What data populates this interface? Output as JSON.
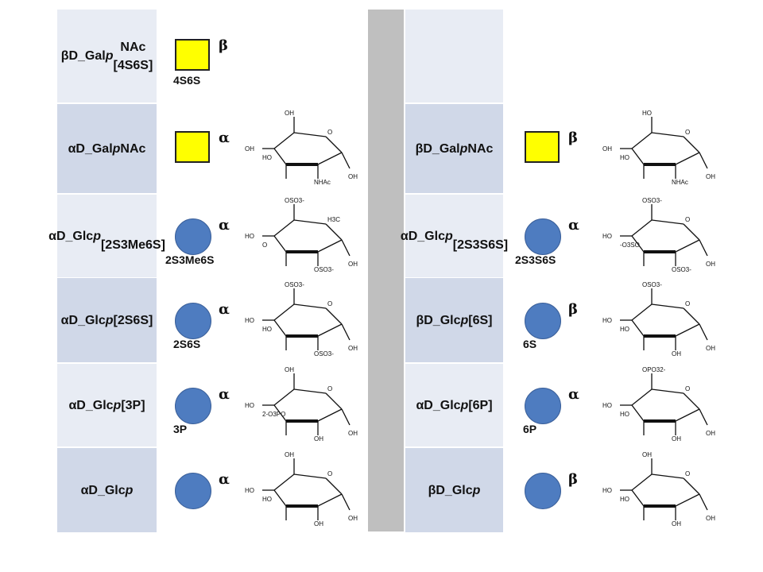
{
  "left_rows": [
    {
      "name": "bD_GalpNAc_4S6S",
      "label_lines": [
        "βD_Gal<i>p</i>NAc",
        "[4S6S]"
      ],
      "shape": "square",
      "anomer": "β",
      "substituent": "4S6S",
      "structure": null
    },
    {
      "name": "aD_GalpNAc",
      "label_lines": [
        "αD_Gal<i>p</i>NAc"
      ],
      "shape": "square",
      "anomer": "α",
      "substituent": "",
      "structure": {
        "labels": [
          "OH",
          "OH",
          "HO",
          "O",
          "NHAc",
          "OH"
        ]
      }
    },
    {
      "name": "aD_Glcp_2S3Me6S",
      "label_lines": [
        "αD_Glc<i>p</i>",
        "[2S3Me6S]"
      ],
      "shape": "circle",
      "anomer": "α",
      "substituent": "2S3Me6S",
      "structure": {
        "labels": [
          "OSO3-",
          "HO",
          "O",
          "H3C",
          "OSO3-",
          "OH"
        ]
      }
    },
    {
      "name": "aD_Glcp_2S6S",
      "label_lines": [
        "αD_Glc<i>p</i>[2S6S]"
      ],
      "shape": "circle",
      "anomer": "α",
      "substituent": "2S6S",
      "structure": {
        "labels": [
          "OSO3-",
          "HO",
          "HO",
          "O",
          "OSO3-",
          "OH"
        ]
      }
    },
    {
      "name": "aD_Glcp_3P",
      "label_lines": [
        "αD_Glc<i>p</i>[3P]"
      ],
      "shape": "circle",
      "anomer": "α",
      "substituent": "3P",
      "structure": {
        "labels": [
          "OH",
          "HO",
          "2-O3PO",
          "O",
          "OH",
          "OH"
        ]
      }
    },
    {
      "name": "aD_Glcp",
      "label_lines": [
        "αD_Glc<i>p</i>"
      ],
      "shape": "circle",
      "anomer": "α",
      "substituent": "",
      "structure": {
        "labels": [
          "OH",
          "HO",
          "HO",
          "O",
          "OH",
          "OH"
        ]
      }
    }
  ],
  "right_rows": [
    {
      "name": "empty",
      "label_lines": [],
      "shape": null,
      "anomer": "",
      "substituent": "",
      "structure": null
    },
    {
      "name": "bD_GalpNAc",
      "label_lines": [
        "βD_Gal<i>p</i>NAc"
      ],
      "shape": "square",
      "anomer": "β",
      "substituent": "",
      "structure": {
        "labels": [
          "HO",
          "OH",
          "HO",
          "O",
          "NHAc",
          "OH"
        ]
      }
    },
    {
      "name": "aD_Glcp_2S3S6S",
      "label_lines": [
        "αD_Glc<i>p</i>",
        "[2S3S6S]"
      ],
      "shape": "circle",
      "anomer": "α",
      "substituent": "2S3S6S",
      "structure": {
        "labels": [
          "OSO3-",
          "HO",
          "-O3SO",
          "O",
          "OSO3-",
          "OH"
        ]
      }
    },
    {
      "name": "bD_Glcp_6S",
      "label_lines": [
        "βD_Glc<i>p</i>[6S]"
      ],
      "shape": "circle",
      "anomer": "β",
      "substituent": "6S",
      "structure": {
        "labels": [
          "OSO3-",
          "HO",
          "HO",
          "O",
          "OH",
          "OH"
        ]
      }
    },
    {
      "name": "aD_Glcp_6P",
      "label_lines": [
        "αD_Glc<i>p</i>[6P]"
      ],
      "shape": "circle",
      "anomer": "α",
      "substituent": "6P",
      "structure": {
        "labels": [
          "OPO32-",
          "HO",
          "HO",
          "O",
          "OH",
          "OH"
        ]
      }
    },
    {
      "name": "bD_Glcp",
      "label_lines": [
        "βD_Glc<i>p</i>"
      ],
      "shape": "circle",
      "anomer": "β",
      "substituent": "",
      "structure": {
        "labels": [
          "OH",
          "HO",
          "HO",
          "O",
          "OH",
          "OH"
        ]
      }
    }
  ],
  "colors": {
    "light": "#e8ecf4",
    "dark": "#d0d8e8",
    "divider": "#bfbfbf",
    "square": "#ffff00",
    "circle": "#4e7cc0"
  }
}
